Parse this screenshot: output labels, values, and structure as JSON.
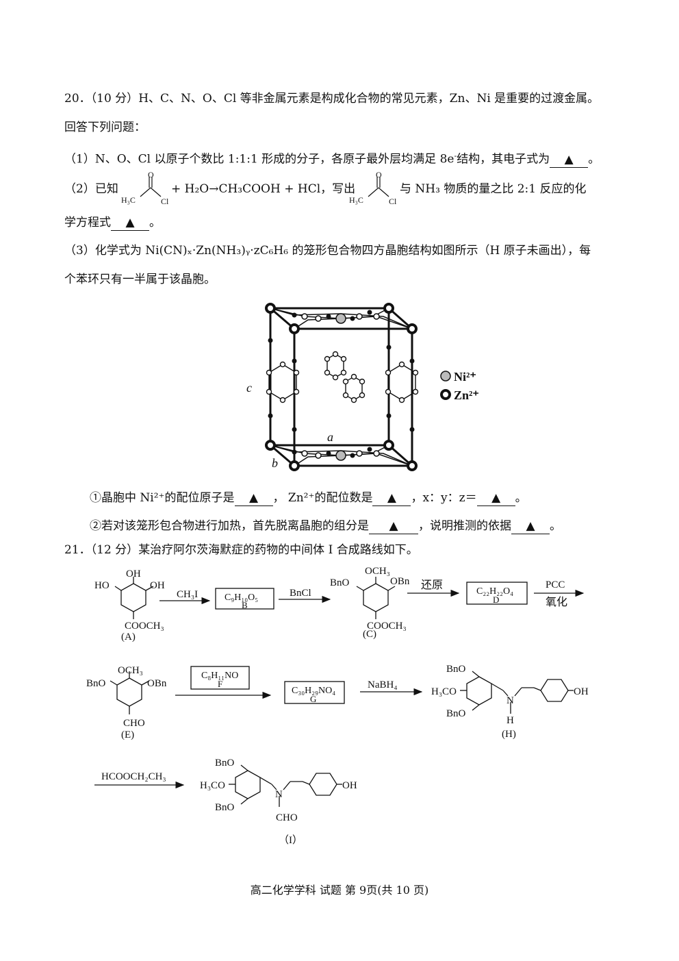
{
  "q20": {
    "num": "20．",
    "score": "（10 分）",
    "stem": "H、C、N、O、Cl 等非金属元素是构成化合物的常见元素，Zn、Ni 是重要的过渡金属。",
    "stem2": "回答下列问题：",
    "p1_a": "（1）N、O、Cl 以原子个数比 1:1:1 形成的分子，各原子最外层均满足 8e",
    "p1_sup": "-",
    "p1_b": "结构，其电子式为",
    "p2_a": "（2）已知",
    "p2_b": "+ H₂O→CH₃COOH + HCl，写出",
    "p2_c": "与 NH₃ 物质的量之比 2:1 反应的化",
    "p2_d": "学方程式",
    "p3_a": "（3）化学式为 Ni(CN)ₓ·Zn(NH₃)ᵧ·zC₆H₆ 的笼形包合物四方晶胞结构如图所示（H 原子未画出），每",
    "p3_b": "个苯环只有一半属于该晶胞。",
    "acyl": {
      "o": "O",
      "h3c": "H₃C",
      "cl": "Cl"
    },
    "cell": {
      "c": "c",
      "a": "a",
      "b": "b",
      "ni": "Ni²⁺",
      "zn": "Zn²⁺"
    },
    "s1_a": "①晶胞中 Ni²⁺的配位原子是",
    "s1_b": "， Zn²⁺的配位数是",
    "s1_c": "，x：y：z＝",
    "s2_a": "②若对该笼形包合物进行加热，首先脱离晶胞的组分是",
    "s2_b": "，说明推测的依据",
    "mark": "▲",
    "end": "。"
  },
  "q21": {
    "num": "21．",
    "score": "（12 分）",
    "stem": "某治疗阿尔茨海默症的药物的中间体 I 合成路线如下。",
    "A": {
      "oh_top": "OH",
      "ho_left": "HO",
      "oh_right": "OH",
      "ester": "COOCH₃",
      "label": "(A)"
    },
    "r1": "CH₃I",
    "B": {
      "formula": "C₉H₁₀O₅",
      "label": "B"
    },
    "r2": "BnCl",
    "C": {
      "och3": "OCH₃",
      "bno": "BnO",
      "obn": "OBn",
      "ester": "COOCH₃",
      "label": "(C)"
    },
    "r3": "还原",
    "D": {
      "formula": "C₂₂H₂₂O₄",
      "label": "D"
    },
    "r4_top": "PCC",
    "r4_bot": "氧化",
    "E": {
      "och3": "OCH₃",
      "bno": "BnO",
      "obn": "OBn",
      "cho": "CHO",
      "label": "(E)"
    },
    "F": {
      "formula": "C₈H₁₁NO",
      "label": "F"
    },
    "G": {
      "formula": "C₃₀H₂₉NO₄",
      "label": "G"
    },
    "r5": "NaBH₄",
    "H": {
      "bno": "BnO",
      "h3co": "H₃CO",
      "bno2": "BnO",
      "n": "N",
      "nh": "H",
      "oh": "OH",
      "label": "(H)"
    },
    "r6": "HCOOCH₂CH₃",
    "I": {
      "bno": "BnO",
      "h3co": "H₃CO",
      "bno2": "BnO",
      "n": "N",
      "cho": "CHO",
      "oh": "OH",
      "label": "（I）"
    }
  },
  "footer": "高二化学学科  试题  第 9页(共 10 页)"
}
